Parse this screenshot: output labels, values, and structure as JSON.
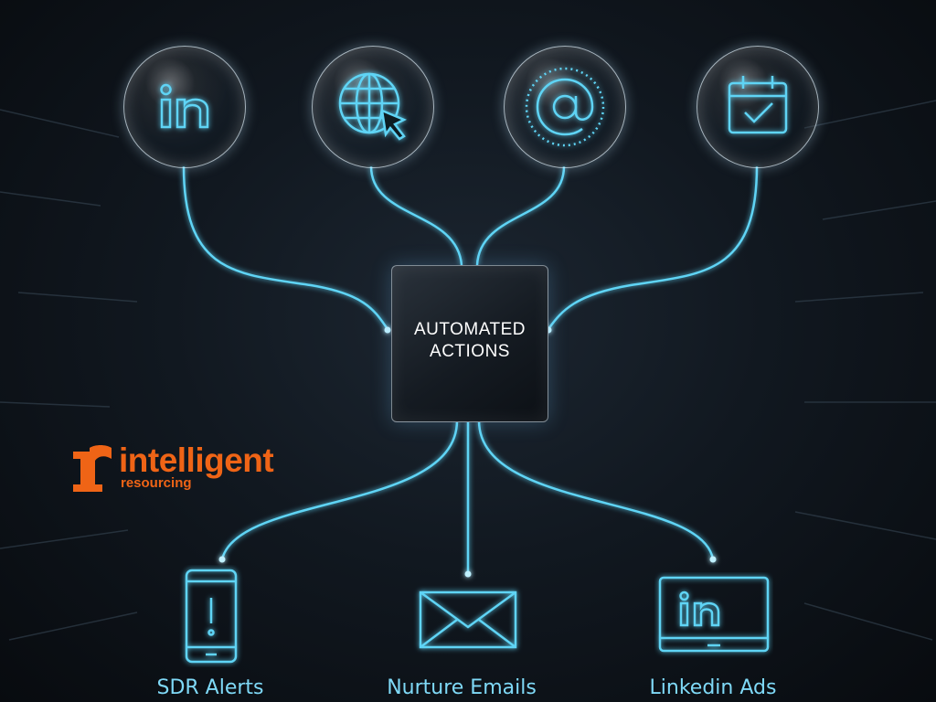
{
  "hub": {
    "line1": "AUTOMATED",
    "line2": "ACTIONS"
  },
  "inputs": [
    {
      "icon": "linkedin-icon"
    },
    {
      "icon": "globe-cursor-icon"
    },
    {
      "icon": "at-sign-icon"
    },
    {
      "icon": "calendar-check-icon"
    }
  ],
  "outputs": [
    {
      "icon": "phone-alert-icon",
      "label": "SDR Alerts"
    },
    {
      "icon": "envelope-icon",
      "label": "Nurture Emails"
    },
    {
      "icon": "linkedin-screen-icon",
      "label": "Linkedin Ads"
    }
  ],
  "logo": {
    "main": "intelligent",
    "sub": "resourcing"
  },
  "colors": {
    "neon": "#5fd4f5",
    "label": "#7fd9f7",
    "brand": "#ef6416",
    "background": "#0b0f14"
  }
}
